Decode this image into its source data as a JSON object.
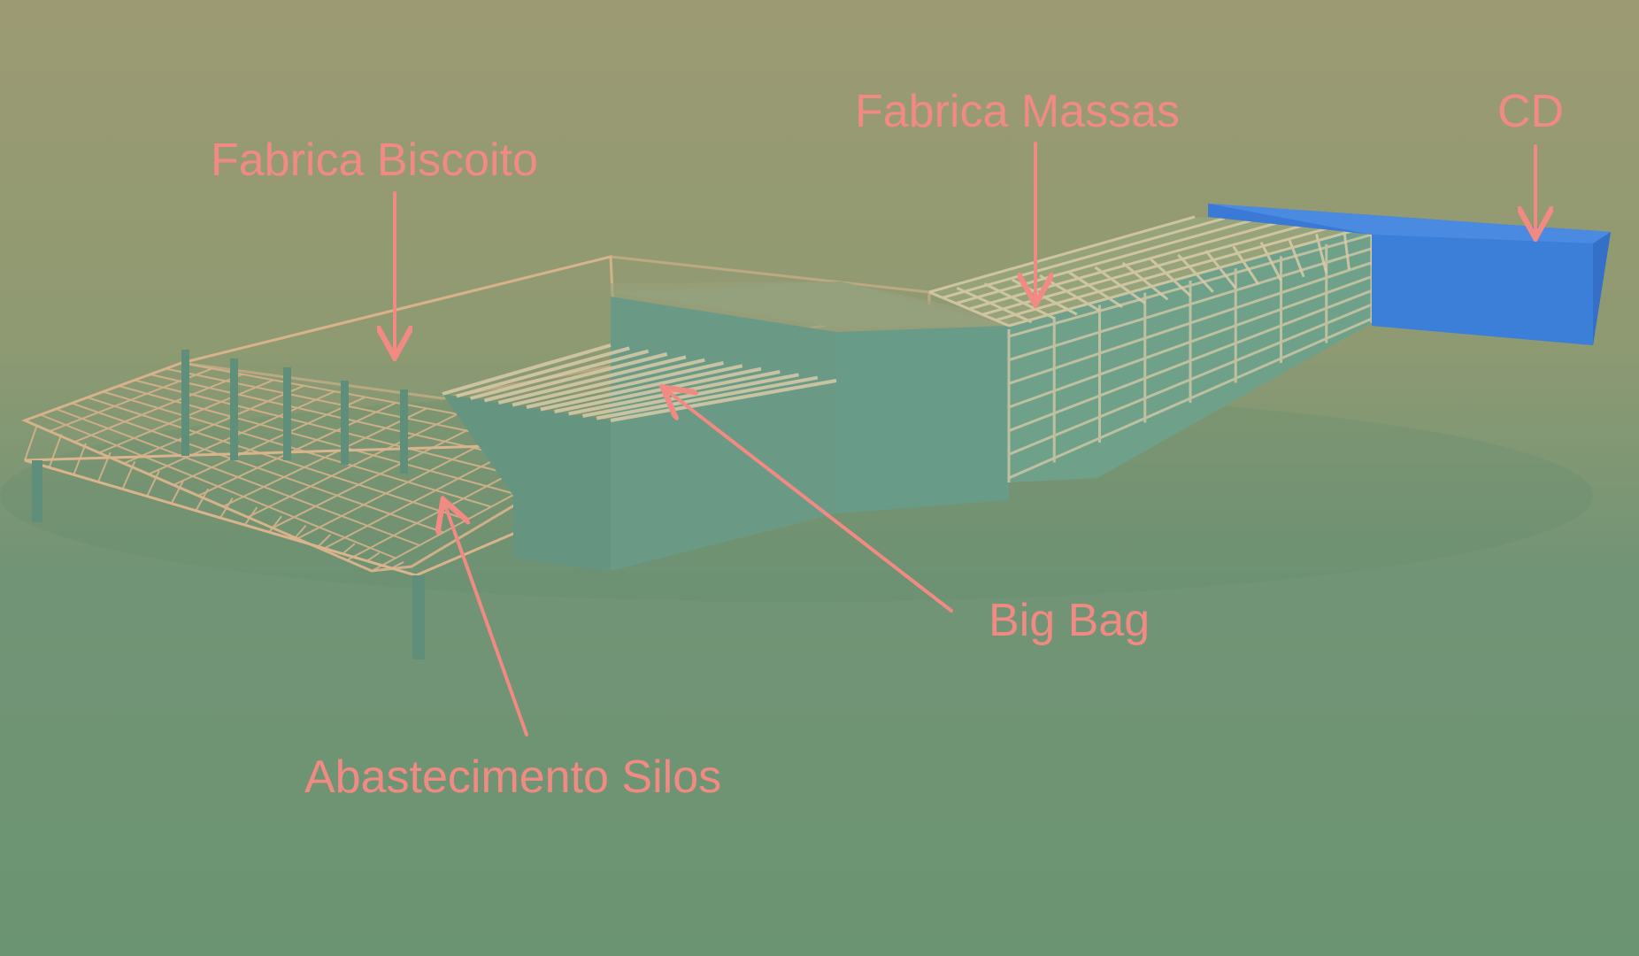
{
  "labels": {
    "fabrica_biscoito": "Fabrica Biscoito",
    "fabrica_massas": "Fabrica Massas",
    "cd": "CD",
    "big_bag": "Big Bag",
    "abastecimento_silos": "Abastecimento Silos"
  },
  "colors": {
    "label": "#f08a82",
    "arrow": "#f08a82",
    "sky_top": "#9a9a72",
    "ground": "#6b9472",
    "truss": "#d9b48c",
    "wall": "#5f9a80",
    "cd_block": "#3a7ad6"
  }
}
